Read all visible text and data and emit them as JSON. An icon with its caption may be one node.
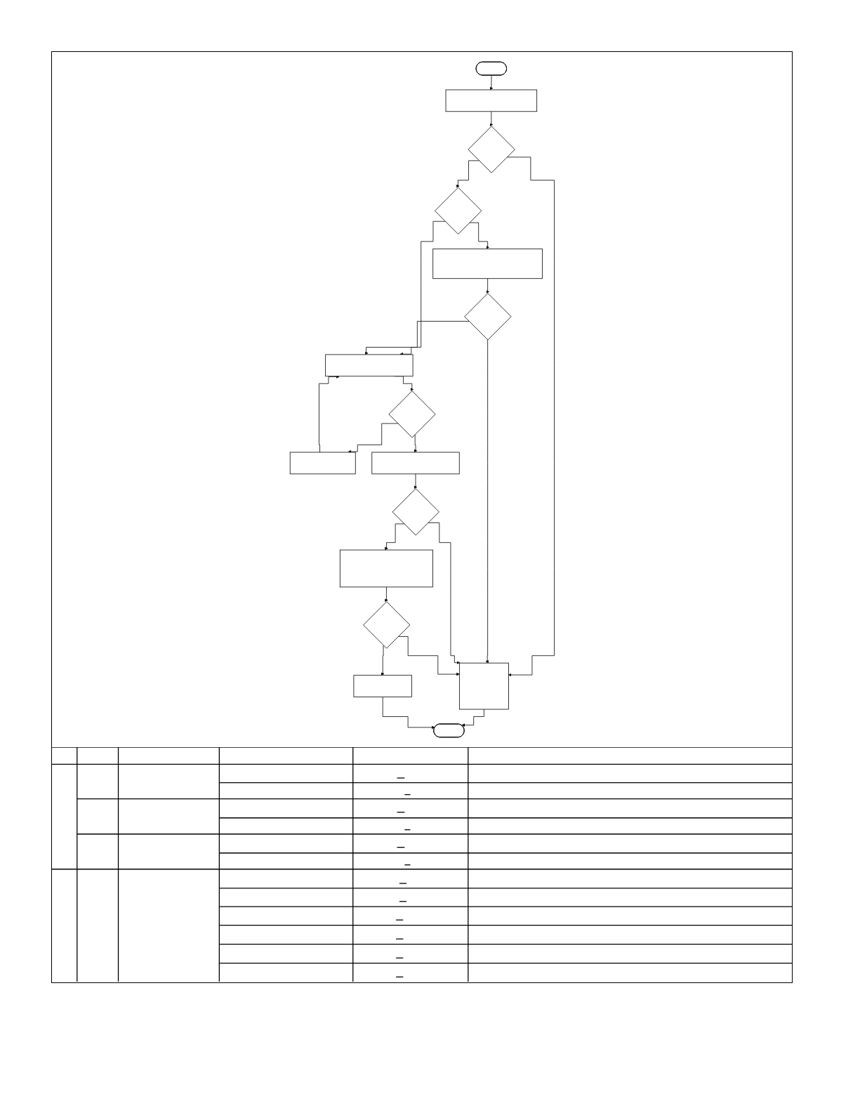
{
  "diagram": {
    "nodes": [
      {
        "text": [],
        "shape": "oval"
      },
      {
        "text": [],
        "shape": "box"
      },
      {
        "text": [],
        "shape": "diamond"
      },
      {
        "text": [],
        "shape": "diamond"
      },
      {
        "text": [],
        "shape": "box"
      },
      {
        "text": [],
        "shape": "diamond"
      },
      {
        "text": [],
        "shape": "box"
      },
      {
        "text": [],
        "shape": "diamond"
      },
      {
        "text": [],
        "shape": "box"
      },
      {
        "text": [],
        "shape": "box"
      },
      {
        "text": [],
        "shape": "oval"
      },
      {
        "text": [],
        "shape": "box"
      },
      {
        "text": [],
        "shape": "diamond"
      },
      {
        "text": [],
        "shape": "box"
      },
      {
        "text": [],
        "shape": "diamond"
      },
      {
        "text": [],
        "shape": "box"
      }
    ],
    "edges": [
      {
        "from": 0,
        "to": 1,
        "arrow": "to"
      },
      {
        "from": 1,
        "to": 2,
        "arrow": "to"
      },
      {
        "from": 2,
        "to": 3,
        "arrow": "to"
      },
      {
        "from": 2,
        "to": 9,
        "arrow": "to"
      },
      {
        "from": 3,
        "to": 4,
        "arrow": "to"
      },
      {
        "from": 3,
        "to": 6,
        "arrow": "to"
      },
      {
        "from": 4,
        "to": 5,
        "arrow": "to"
      },
      {
        "from": 5,
        "to": 6,
        "arrow": "to"
      },
      {
        "from": 5,
        "to": 9,
        "arrow": "to"
      },
      {
        "from": 6,
        "to": 7,
        "arrow": "to"
      },
      {
        "from": 7,
        "to": 8,
        "arrow": "to"
      },
      {
        "from": 8,
        "to": 6,
        "arrow": "to"
      },
      {
        "from": 7,
        "to": 11,
        "arrow": "to"
      },
      {
        "from": 9,
        "to": 10,
        "arrow": "to"
      },
      {
        "from": 11,
        "to": 12,
        "arrow": "to"
      },
      {
        "from": 12,
        "to": 9,
        "arrow": "to"
      },
      {
        "from": 12,
        "to": 13,
        "arrow": "to"
      },
      {
        "from": 13,
        "to": 14,
        "arrow": "to"
      },
      {
        "from": 14,
        "to": 9,
        "arrow": "to"
      },
      {
        "from": 14,
        "to": 15,
        "arrow": "to"
      },
      {
        "from": 15,
        "to": 10,
        "arrow": "to"
      }
    ]
  }
}
